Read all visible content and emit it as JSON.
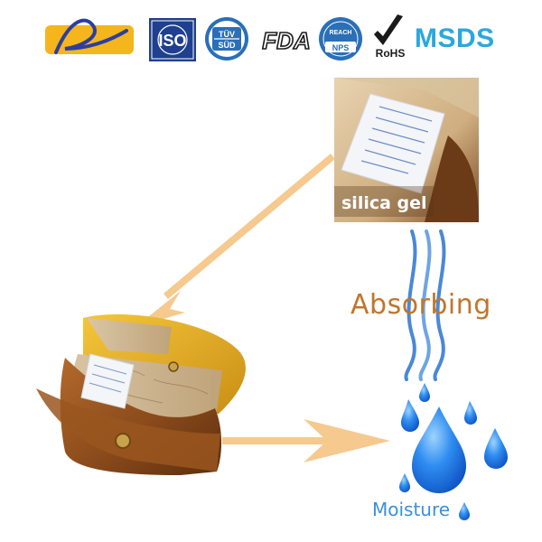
{
  "certifications": {
    "iso": "ISO",
    "tuv_top": "TÜV",
    "tuv_bottom": "SÜD",
    "fda": "FDA",
    "reach_top": "REACH",
    "reach_bottom": "NPS",
    "rohs": "RoHS",
    "msds": "MSDS"
  },
  "photo": {
    "caption": "silica gel"
  },
  "labels": {
    "absorbing": "Absorbing",
    "moisture": "Moisture"
  },
  "colors": {
    "arrow": "#f6c98f",
    "drop": "#1f7fe6",
    "absorbing": "#c0762c",
    "moisture": "#3a8fe0",
    "brand_yellow": "#f5b51c",
    "brand_blue": "#2b4a9a"
  },
  "icons": [
    "brand-logo-icon",
    "iso-badge-icon",
    "tuv-badge-icon",
    "fda-badge-icon",
    "reach-badge-icon",
    "rohs-check-icon",
    "wallet-icon",
    "silica-packet-icon",
    "water-drop-icon",
    "vapor-waves-icon",
    "arrow-icon"
  ]
}
